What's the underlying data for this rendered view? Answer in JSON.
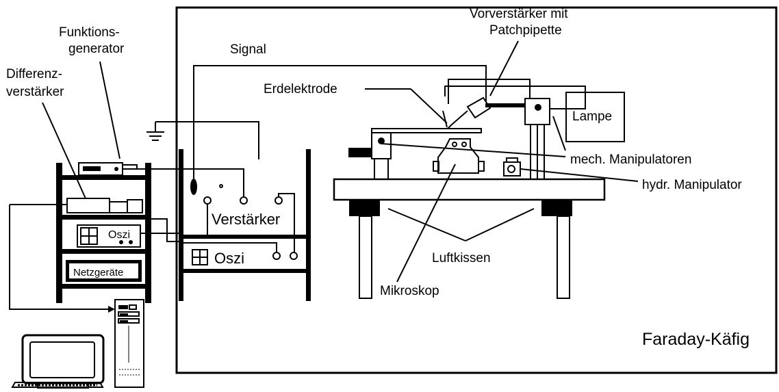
{
  "diagram": {
    "labels": {
      "funktionsgenerator_1": "Funktions-",
      "funktionsgenerator_2": "generator",
      "differenzverstaerker_1": "Differenz-",
      "differenzverstaerker_2": "verstärker",
      "signal": "Signal",
      "erdelektrode": "Erdelektrode",
      "vorverstaerker_1": "Vorverstärker mit",
      "vorverstaerker_2": "Patchpipette",
      "lampe": "Lampe",
      "mech_manipulatoren": "mech. Manipulatoren",
      "hydr_manipulator": "hydr. Manipulator",
      "verstaerker": "Verstärker",
      "oszi_small": "Oszi",
      "oszi_large": "Oszi",
      "netzgeraete": "Netzgeräte",
      "luftkissen": "Luftkissen",
      "mikroskop": "Mikroskop",
      "faraday_kaefig": "Faraday-Käfig"
    },
    "colors": {
      "ink": "#000000",
      "paper": "#ffffff"
    }
  }
}
